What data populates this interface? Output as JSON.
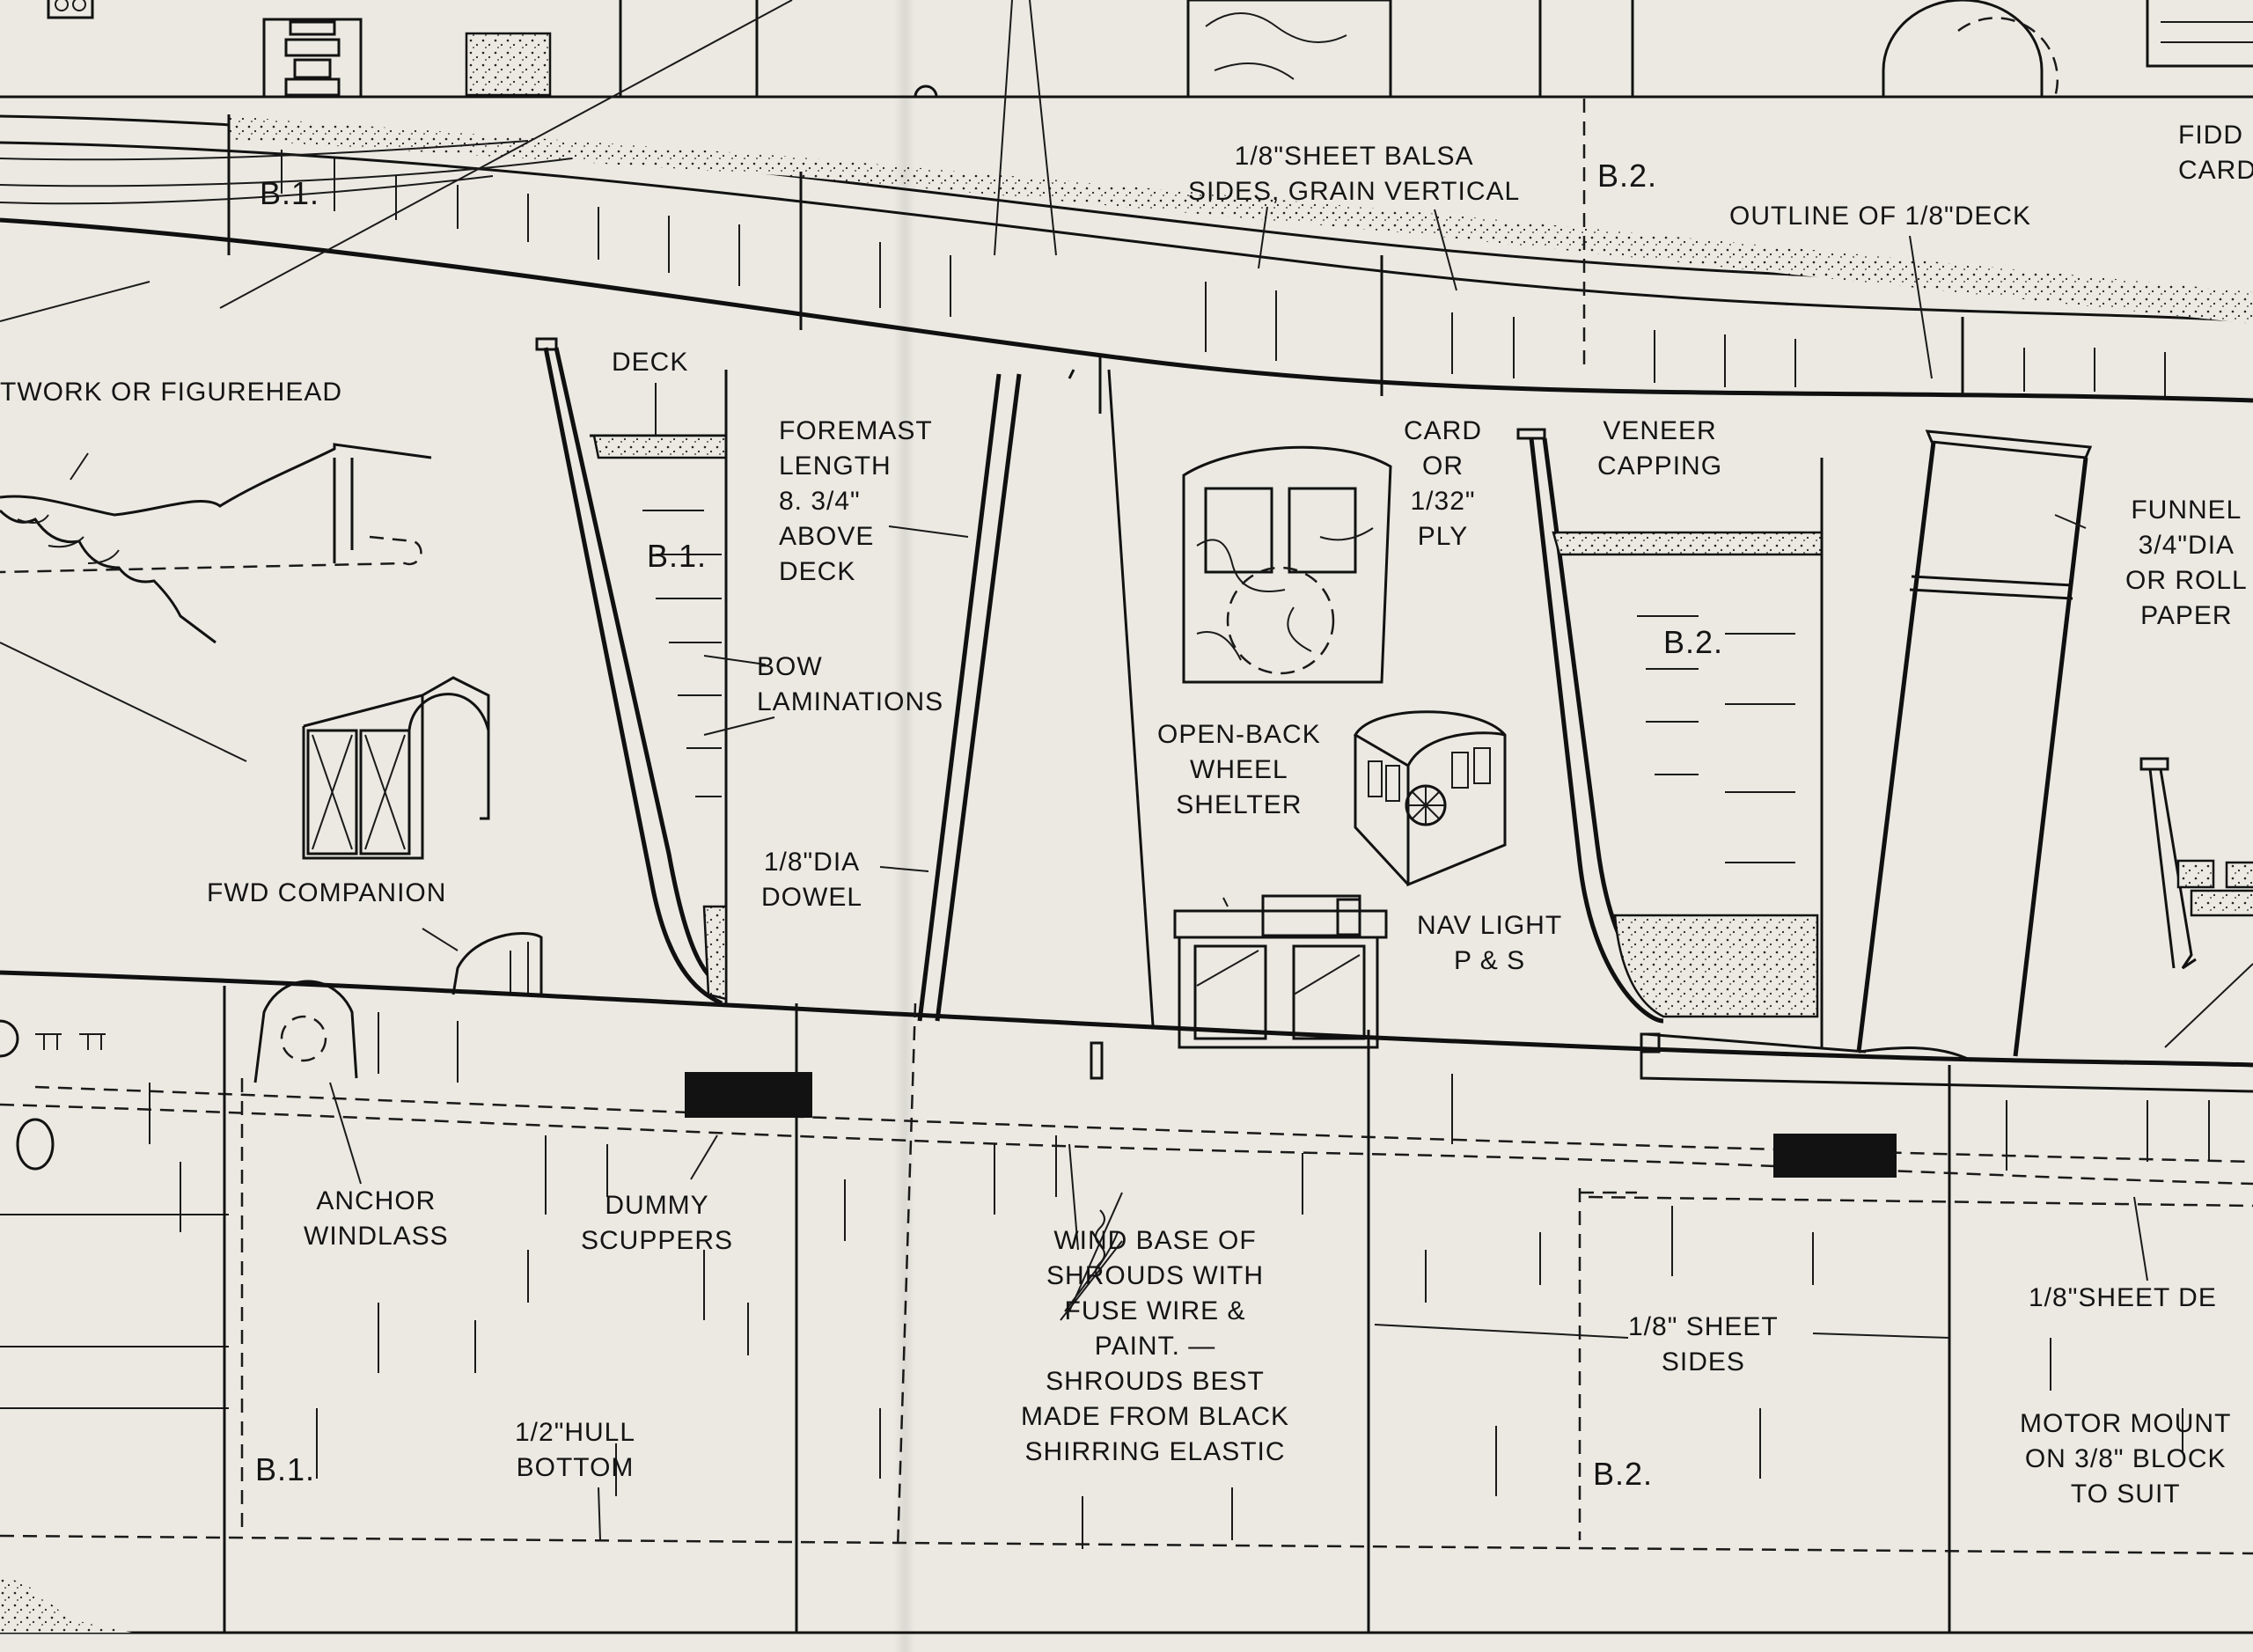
{
  "colors": {
    "paper": "#ebe9e2",
    "ink": "#121212"
  },
  "labels": {
    "b1_top": "B.1.",
    "b2_top": "B.2.",
    "sheet_balsa": "1/8\"SHEET BALSA\nSIDES, GRAIN VERTICAL",
    "outline_deck": "OUTLINE OF 1/8\"DECK",
    "fidd_card": "FIDD\nCARD",
    "figurehead": "TWORK OR FIGUREHEAD",
    "deck": "DECK",
    "b1_mid": "B.1.",
    "foremast": "FOREMAST\nLENGTH\n8. 3/4\"\nABOVE\nDECK",
    "card_ply": "CARD\nOR\n1/32\"\nPLY",
    "veneer": "VENEER\nCAPPING",
    "funnel": "FUNNEL\n3/4\"DIA\nOR ROLL\nPAPER",
    "b2_mid": "B.2.",
    "bow_laminations": "BOW\nLAMINATIONS",
    "open_back": "OPEN-BACK\nWHEEL\nSHELTER",
    "fwd_companion": "FWD COMPANION",
    "dowel": "1/8\"DIA\nDOWEL",
    "nav_light": "NAV LIGHT\nP & S",
    "anchor": "ANCHOR\nWINDLASS",
    "scuppers": "DUMMY\nSCUPPERS",
    "shrouds": "WIND BASE OF\nSHROUDS WITH\nFUSE WIRE &\nPAINT. —\nSHROUDS BEST\nMADE FROM BLACK\nSHIRRING ELASTIC",
    "sheet_sides": "1/8\" SHEET\nSIDES",
    "sheet_de": "1/8\"SHEET DE",
    "motor_mount": "MOTOR MOUNT\nON 3/8\" BLOCK\nTO SUIT",
    "b1_bottom": "B.1.",
    "hull_bottom": "1/2\"HULL\nBOTTOM",
    "b2_bottom": "B.2."
  }
}
